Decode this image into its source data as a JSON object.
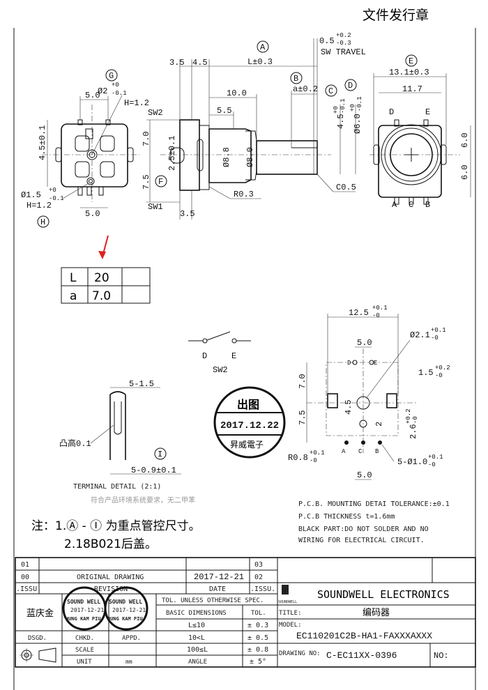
{
  "header_stamp": "文件发行章",
  "left_view": {
    "g_label": "G",
    "h_label": "H",
    "top_width": "5.0",
    "bottom_width": "5.0",
    "height_dim": "4.5±0.1",
    "hole_g": {
      "main": "Ø2",
      "plus": "+0",
      "minus": "-0.1",
      "h": "H=1.2"
    },
    "hole_h": {
      "main": "Ø1.5",
      "plus": "+0",
      "minus": "-0.1",
      "h": "H=1.2"
    }
  },
  "side_view": {
    "a_label": "A",
    "b_label": "B",
    "c_label": "C",
    "d_label": "D",
    "f_label": "F",
    "dim_35_top": "3.5",
    "dim_45": "4.5",
    "length": "L±0.3",
    "sw_travel": {
      "main": "0.5",
      "plus": "+0.2",
      "minus": "-0.3",
      "label": "SW TRAVEL"
    },
    "flat": "a±0.2",
    "dim_10": "10.0",
    "dim_55": "5.5",
    "sw2": "SW2",
    "sw1": "SW1",
    "dim_70": "7.0",
    "dim_75": "7.5",
    "dim_25": "2.5±0.1",
    "d88": "Ø8.8",
    "d80": "Ø8.0",
    "r03": "R0.3",
    "c05": "C0.5",
    "dim_35_bottom": "3.5",
    "c_dim": {
      "main": "4.5",
      "plus": "+0",
      "minus": "-0.1"
    },
    "d_dim": {
      "main": "Ø6.0",
      "plus": "+0",
      "minus": "-0.1"
    }
  },
  "front_view": {
    "e_label": "E",
    "width": "13.1±0.3",
    "inner": "11.7",
    "upper": "6.0",
    "lower": "6.0",
    "pins_top": [
      "D",
      "E"
    ],
    "pins_bottom": [
      "A",
      "C",
      "B"
    ]
  },
  "param_table": {
    "rows": [
      {
        "key": "L",
        "value": "20"
      },
      {
        "key": "a",
        "value": "7.0"
      }
    ],
    "arrow_color": "#e02020"
  },
  "switch": {
    "pins": [
      "D",
      "E"
    ],
    "label": "SW2"
  },
  "terminal": {
    "width": "5-1.5",
    "bump": "凸高0.1",
    "i_label": "I",
    "thickness": "5-0.9±0.1",
    "caption": "TERMINAL DETAIL (2:1)",
    "faded_note": "符合产品环境系统要求，无二甲苯"
  },
  "out_stamp": {
    "title": "出图",
    "date": "2017.12.22",
    "company": "昇威電子"
  },
  "pcb": {
    "width": {
      "main": "12.5",
      "plus": "+0.1",
      "minus": "-0"
    },
    "big_hole": {
      "main": "Ø2.1",
      "plus": "+0.1",
      "minus": "-0"
    },
    "pitch": "5.0",
    "slot": {
      "main": "1.5",
      "plus": "+0.2",
      "minus": "-0"
    },
    "dim_70": "7.0",
    "dim_75": "7.5",
    "dim_45": "4.5",
    "dim_2": "2",
    "dim_26": {
      "main": "2.6",
      "plus": "+0.2",
      "minus": "-0"
    },
    "r08": {
      "main": "R0.8",
      "plus": "+0.1",
      "minus": "-0"
    },
    "holes": {
      "main": "5-Ø1.0",
      "plus": "+0.1",
      "minus": "-0"
    },
    "bottom_pitch": "5.0",
    "pins_top": [
      "D",
      "E"
    ],
    "pins_bottom": [
      "A",
      "C",
      "B"
    ],
    "notes": [
      "P.C.B. MOUNTING DETAI TOLERANCE:±0.1",
      "P.C.B THICKNESS  t=1.6mm",
      "BLACK PART:DO NOT SOLDER AND NO",
      "WIRING FOR ELECTRICAL CIRCUIT."
    ]
  },
  "notes": {
    "line1": "注：1.Ⓐ - Ⓘ 为重点管控尺寸。",
    "line2": "2.18B021后盖。"
  },
  "title_block": {
    "rev_rows": [
      {
        "issu": "01",
        "revision": "",
        "date": "",
        "issu2": "03"
      },
      {
        "issu": "00",
        "revision": "ORIGINAL  DRAWING",
        "date": "2017-12-21",
        "issu2": "02"
      }
    ],
    "hdr_issu": ".ISSU.",
    "hdr_revision": "REVISION",
    "hdr_date": "DATE",
    "hdr_issu2": ".ISSU.",
    "designer": "蓝庆金",
    "signature_stamps": [
      {
        "top": "SOUND WELL",
        "date": "2017-12-21",
        "name": "HUNG KAM PIU"
      },
      {
        "top": "SOUND WELL",
        "date": "2017-12-21",
        "name": "HUNG KAM PIU"
      }
    ],
    "dsgd": "DSGD.",
    "chkd": "CHKD.",
    "appd": "APPD.",
    "scale_label": "SCALE",
    "scale_value": "",
    "unit_label": "UNIT",
    "unit_value": "mm",
    "tol_header": "TOL. UNLESS OTHERWISE SPEC.",
    "basic_dims": "BASIC DIMENSIONS",
    "tol": "TOL.",
    "tolerances": [
      {
        "range": "L≤10",
        "tol": "± 0.3"
      },
      {
        "range": "10<L",
        "tol": "± 0.5"
      },
      {
        "range": "100≤L",
        "tol": "± 0.8"
      },
      {
        "range": "ANGLE",
        "tol": "± 5°"
      }
    ],
    "logo_text": "SOUNDWELL",
    "company": "SOUNDWELL ELECTRONICS",
    "title_label": "TITLE:",
    "title": "编码器",
    "model_label": "MODEL:",
    "model": "EC110201C2B-HA1-FAXXXAXXX",
    "drawing_no_label": "DRAWING NO:",
    "drawing_no": "C-EC11XX-0396",
    "no_label": "NO:"
  }
}
